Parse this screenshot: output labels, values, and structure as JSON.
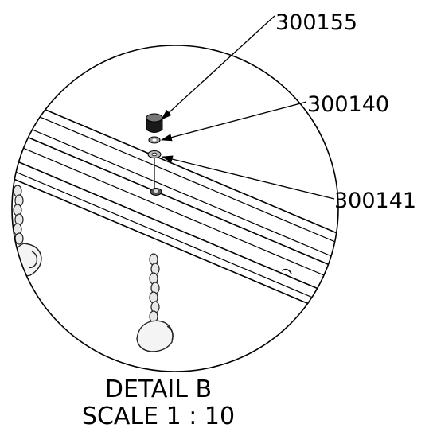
{
  "callouts": [
    {
      "part_number": "300155"
    },
    {
      "part_number": "300140"
    },
    {
      "part_number": "300141"
    }
  ],
  "caption": {
    "title": "DETAIL B",
    "scale": "SCALE 1 : 10"
  }
}
